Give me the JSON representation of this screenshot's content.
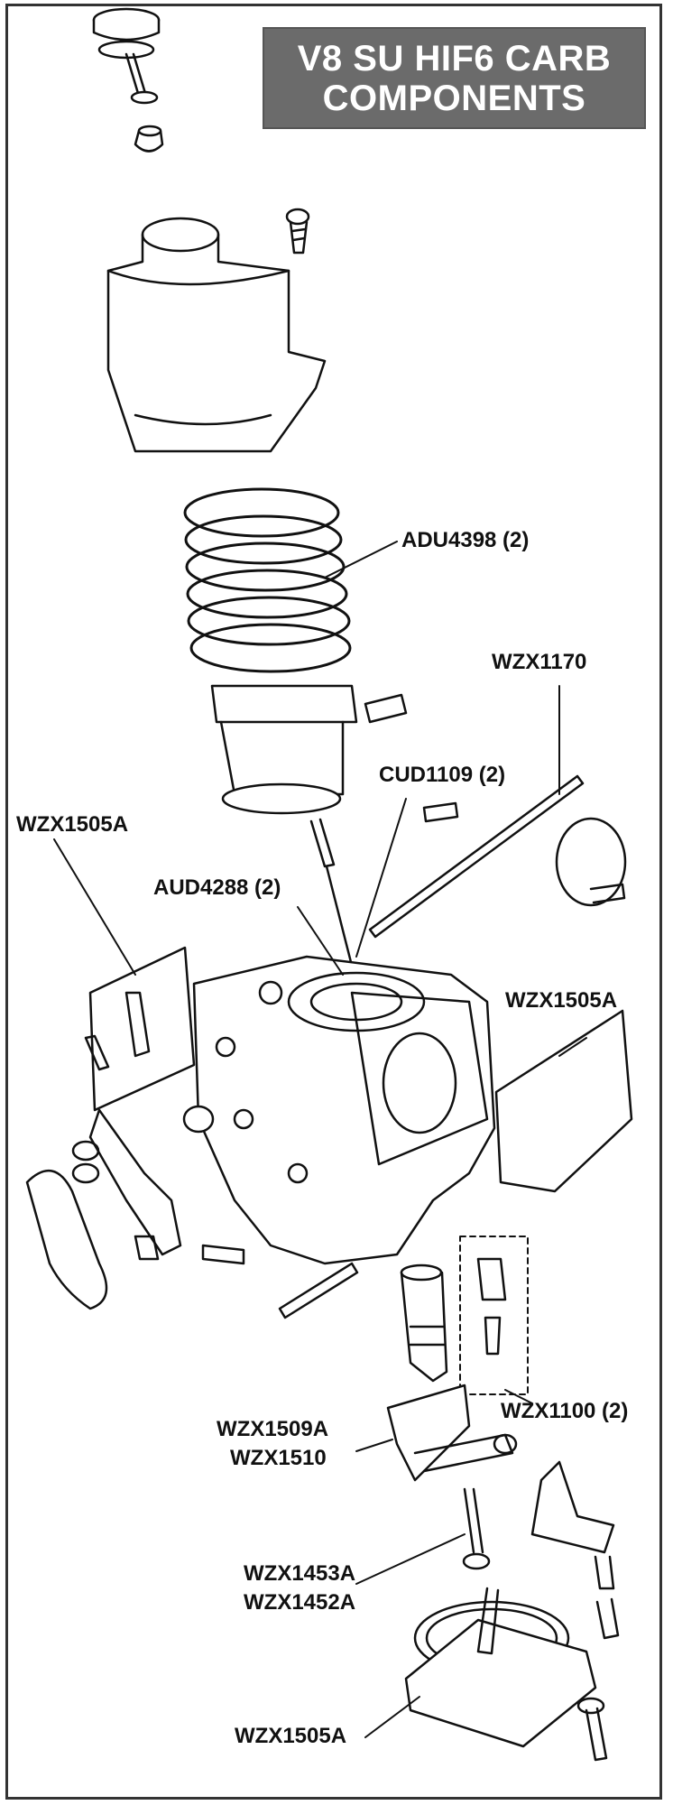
{
  "title": {
    "line1": "V8 SU HIF6 CARB",
    "line2": "COMPONENTS"
  },
  "labels": {
    "adu4398": "ADU4398 (2)",
    "wzx1170": "WZX1170",
    "cud1109": "CUD1109 (2)",
    "wzx1505a_left": "WZX1505A",
    "aud4288": "AUD4288 (2)",
    "wzx1505a_right": "WZX1505A",
    "wzx1100": "WZX1100 (2)",
    "wzx1509a": "WZX1509A",
    "wzx1510": "WZX1510",
    "wzx1453a": "WZX1453A",
    "wzx1452a": "WZX1452A",
    "wzx1505a_bottom": "WZX1505A"
  },
  "colors": {
    "title_bg": "#6b6b6b",
    "line": "#111111",
    "frame": "#333333"
  }
}
